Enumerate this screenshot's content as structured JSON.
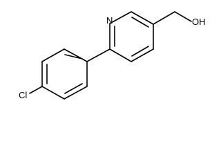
{
  "molecule": {
    "atoms": {
      "nitrogen": "N",
      "hydroxyl": "OH",
      "chlorine": "Cl"
    }
  },
  "colors": {
    "bond": "#000000",
    "text": "#000000",
    "background": "#ffffff"
  }
}
